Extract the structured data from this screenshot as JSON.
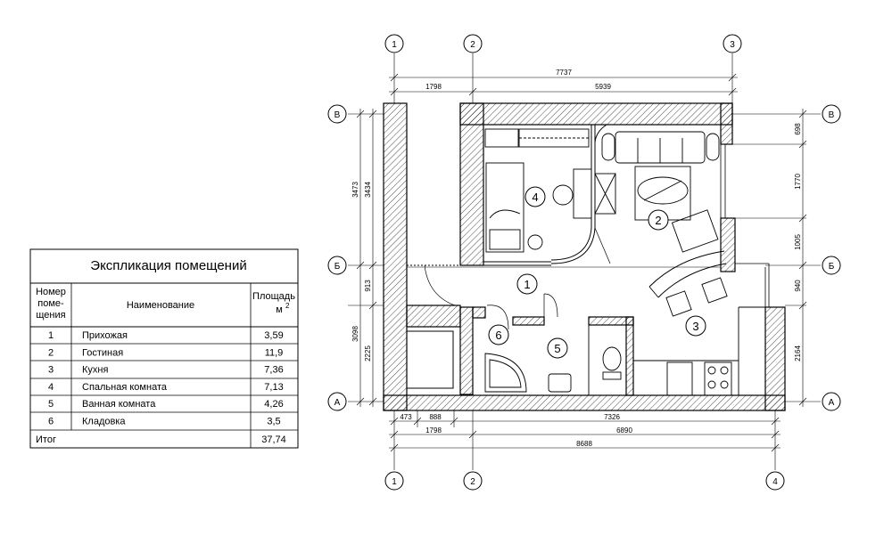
{
  "explication": {
    "title": "Экспликация помещений",
    "headers": {
      "number": [
        "Номер",
        "поме-",
        "щения"
      ],
      "name": "Наименование",
      "area": "Площадь",
      "area_unit": "м",
      "area_unit_sup": "2"
    },
    "rows": [
      {
        "num": "1",
        "name": "Прихожая",
        "area": "3,59"
      },
      {
        "num": "2",
        "name": "Гостиная",
        "area": "11,9"
      },
      {
        "num": "3",
        "name": "Кухня",
        "area": "7,36"
      },
      {
        "num": "4",
        "name": "Спальная комната",
        "area": "7,13"
      },
      {
        "num": "5",
        "name": "Ванная комната",
        "area": "4,26"
      },
      {
        "num": "6",
        "name": "Кладовка",
        "area": "3,5"
      }
    ],
    "total": {
      "label": "Итог",
      "area": "37,74"
    }
  },
  "axes": {
    "top": [
      "1",
      "2",
      "3"
    ],
    "bottom": [
      "1",
      "2",
      "4"
    ],
    "left": [
      "В",
      "Б",
      "А"
    ],
    "right": [
      "В",
      "Б",
      "А"
    ]
  },
  "dimensions": {
    "top_total": "7737",
    "top_1": "1798",
    "top_2": "5939",
    "left_outer": "3473",
    "left_inner": "3434",
    "left_mid": "913",
    "left_lower_outer": "3098",
    "left_lower_inner": "2225",
    "right_1": "698",
    "right_2": "1770",
    "right_3": "1005",
    "right_4": "940",
    "right_5": "2164",
    "bottom_a": "473",
    "bottom_b": "888",
    "bottom_c": "7326",
    "bottom_d": "1798",
    "bottom_e": "6890",
    "bottom_total": "8688"
  },
  "rooms": [
    "1",
    "2",
    "3",
    "4",
    "5",
    "6"
  ]
}
